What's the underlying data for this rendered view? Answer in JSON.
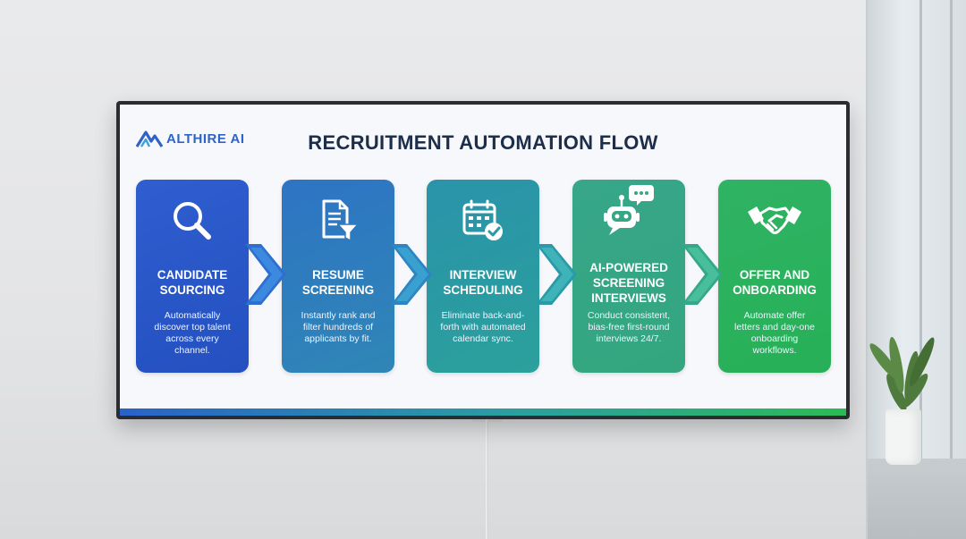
{
  "brand": {
    "logo_text": "ALTHIRE AI",
    "logo_icon": "althire-mountain-logo",
    "accent": "#2f63c6"
  },
  "title": "RECRUITMENT AUTOMATION FLOW",
  "steps": [
    {
      "label": "CANDIDATE SOURCING",
      "description": "Automatically discover top talent across every channel.",
      "icon": "search-icon",
      "color": "#2a57c8"
    },
    {
      "label": "RESUME SCREENING",
      "description": "Instantly rank and filter hundreds of applicants by fit.",
      "icon": "document-filter-icon",
      "color": "#2e7cbf"
    },
    {
      "label": "INTERVIEW SCHEDULING",
      "description": "Eliminate back-and-forth with automated calendar sync.",
      "icon": "calendar-check-icon",
      "color": "#2a99a4"
    },
    {
      "label": "AI-POWERED SCREENING INTERVIEWS",
      "description": "Conduct consistent, bias-free first-round interviews 24/7.",
      "icon": "chat-robot-icon",
      "color": "#36a684"
    },
    {
      "label": "OFFER AND ONBOARDING",
      "description": "Automate offer letters and day-one onboarding workflows.",
      "icon": "handshake-icon",
      "color": "#2bb25c"
    }
  ]
}
